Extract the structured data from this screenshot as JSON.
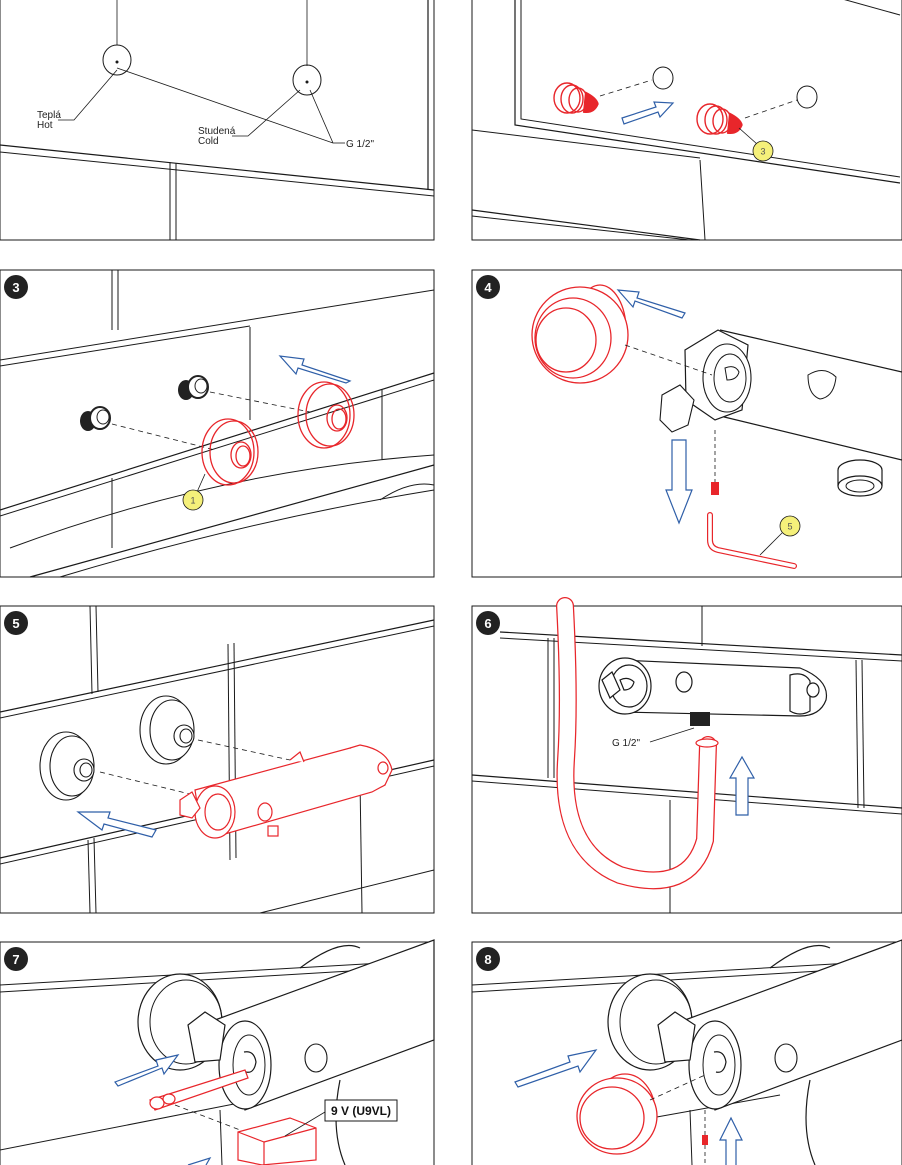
{
  "panels": [
    {
      "step": "",
      "labels": {
        "hot_cz": "Teplá",
        "hot_en": "Hot",
        "cold_cz": "Studená",
        "cold_en": "Cold",
        "thread": "G 1/2\""
      }
    },
    {
      "step": "",
      "callout": "3"
    },
    {
      "step": "3",
      "callout": "1"
    },
    {
      "step": "4",
      "callout": "5"
    },
    {
      "step": "5"
    },
    {
      "step": "6",
      "labels": {
        "thread": "G 1/2\""
      }
    },
    {
      "step": "7",
      "labels": {
        "battery": "9 V (U9VL)"
      }
    },
    {
      "step": "8"
    }
  ],
  "colors": {
    "line": "#1a1a1a",
    "accent_red": "#e8262b",
    "arrow_blue": "#2f5fa8",
    "badge_fill": "#222222",
    "callout_fill": "#f5f07a"
  }
}
